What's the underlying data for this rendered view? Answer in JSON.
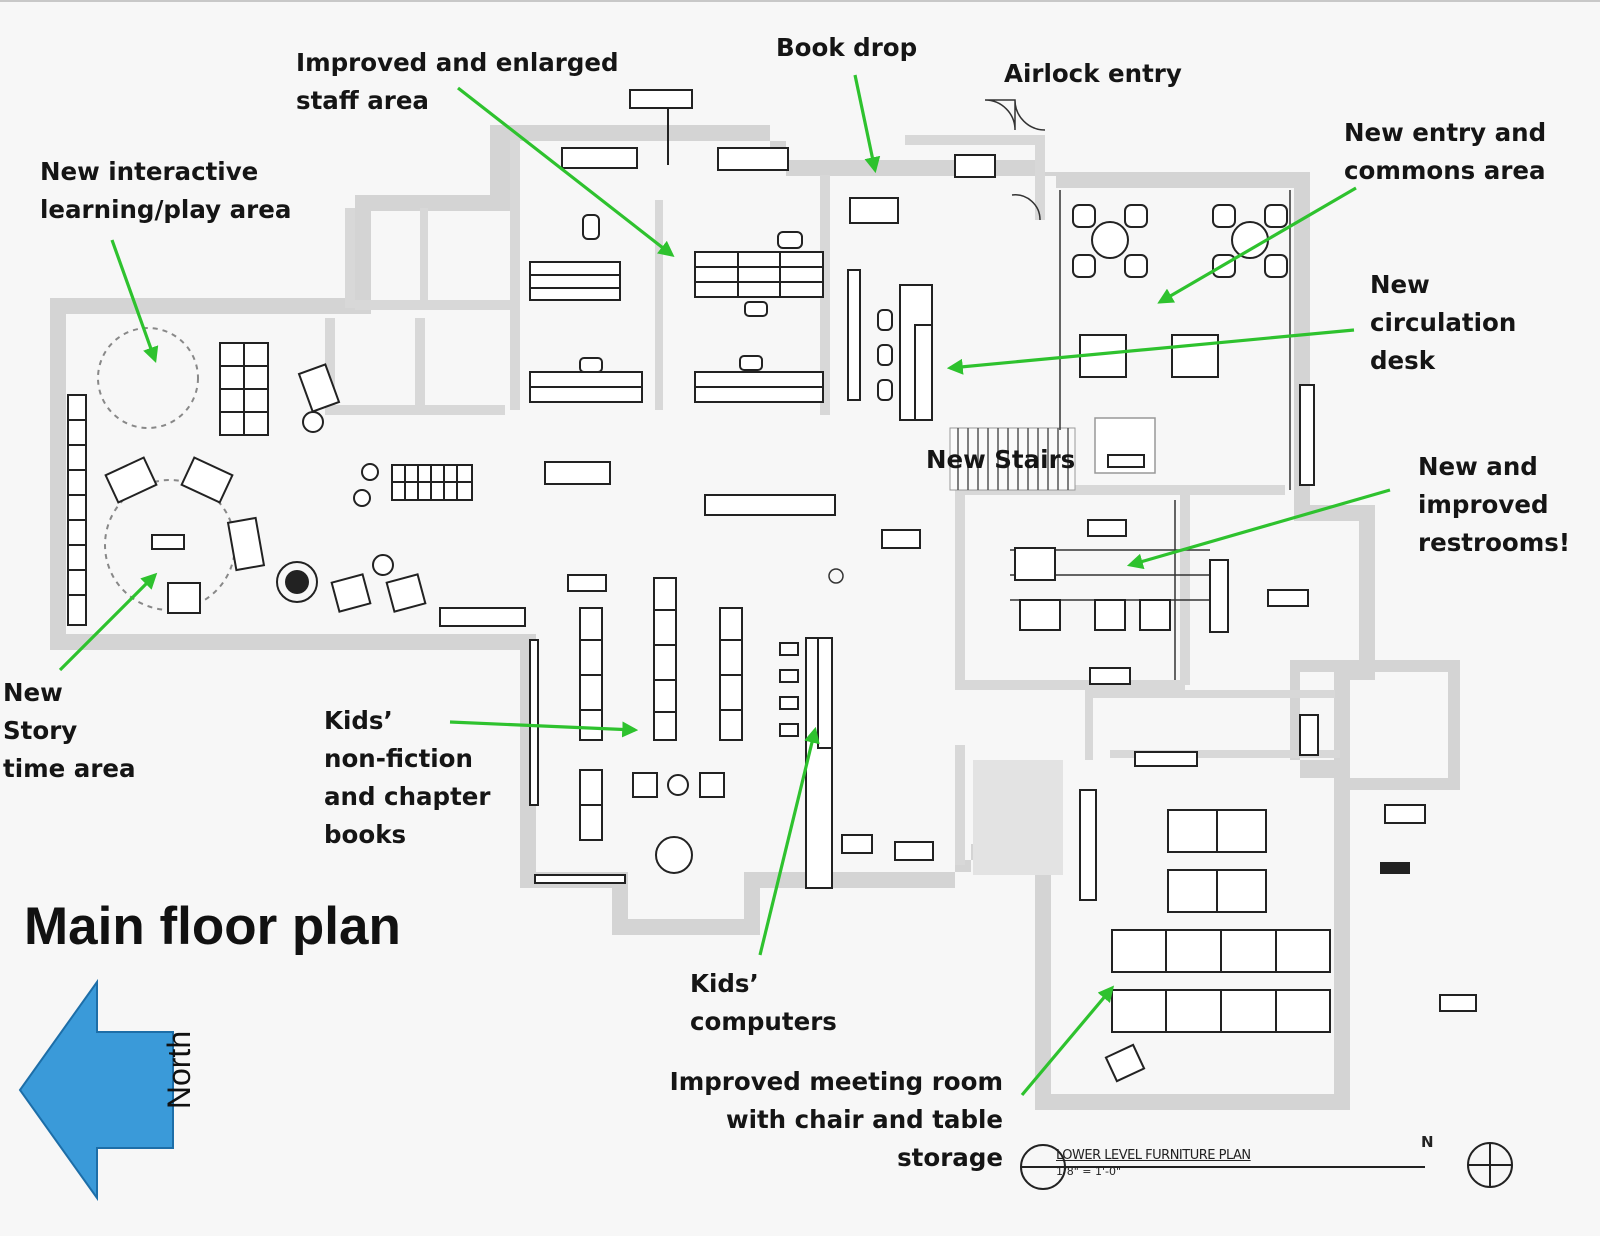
{
  "title": "Main floor plan",
  "compass": {
    "label": "North",
    "color": "#3a9ad9"
  },
  "accent_color": "#2ec22e",
  "callouts": [
    {
      "id": "play",
      "text": "New interactive\nlearning/play area"
    },
    {
      "id": "staff",
      "text": "Improved and enlarged\nstaff area"
    },
    {
      "id": "bookdrop",
      "text": "Book drop"
    },
    {
      "id": "airlock",
      "text": "Airlock entry"
    },
    {
      "id": "commons",
      "text": "New entry and\ncommons area"
    },
    {
      "id": "circulation",
      "text": "New\ncirculation\ndesk"
    },
    {
      "id": "stairs",
      "text": "New Stairs"
    },
    {
      "id": "restrooms",
      "text": "New and\nimproved\nrestrooms!"
    },
    {
      "id": "story",
      "text": "New\nStory\ntime area"
    },
    {
      "id": "nonfiction",
      "text": "Kids’\nnon-fiction\nand chapter\nbooks"
    },
    {
      "id": "computers",
      "text": "Kids’\ncomputers"
    },
    {
      "id": "meeting",
      "text": "Improved meeting room\nwith chair and table\nstorage"
    }
  ],
  "plan_caption": "LOWER LEVEL FURNITURE PLAN",
  "plan_scale": "1/8\" = 1'-0\"",
  "compass_rose_label": "N"
}
